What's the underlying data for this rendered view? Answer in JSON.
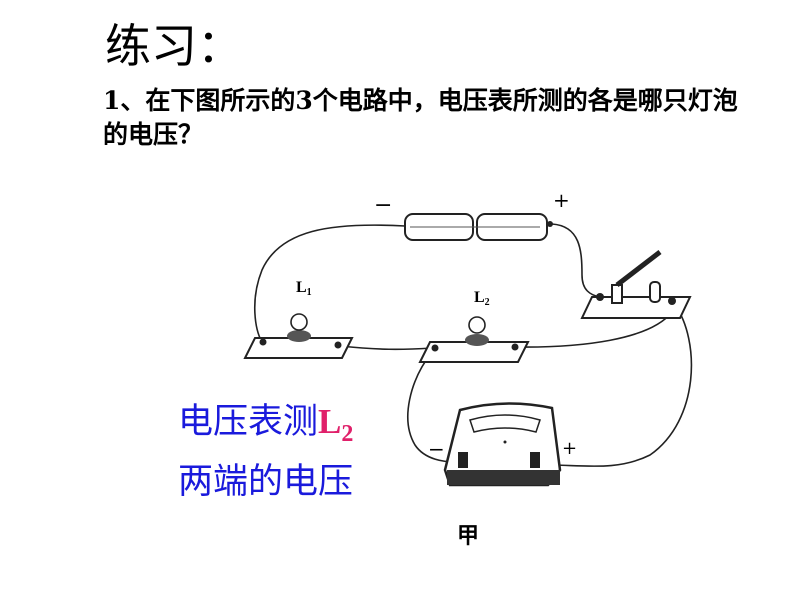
{
  "title": "练习：",
  "question": "1、在下图所示的3个电路中，电压表所测的各是哪只灯泡的电压？",
  "answer": {
    "line1_prefix": "电压表测",
    "line1_var": "L",
    "line1_sub": "2",
    "line2": "两端的电压"
  },
  "diagram": {
    "lamp1_label": "L",
    "lamp1_sub": "1",
    "lamp2_label": "L",
    "lamp2_sub": "2",
    "battery_minus": "−",
    "battery_plus": "+",
    "meter_minus": "−",
    "meter_plus": "+",
    "caption": "甲"
  }
}
